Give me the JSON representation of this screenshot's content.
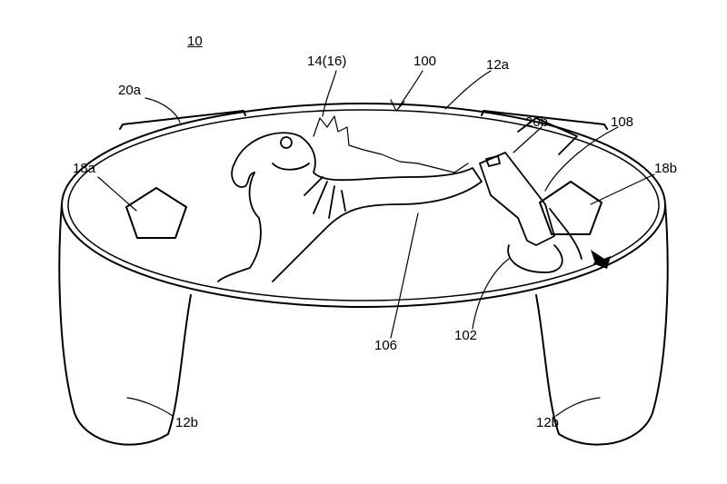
{
  "figure": {
    "ref_main": "10",
    "labels": {
      "display": "14(16)",
      "image": "100",
      "housing_top": "12a",
      "button_left_top": "20a",
      "button_right_top": "20b",
      "hand": "108",
      "button_left": "18a",
      "button_right": "18b",
      "creature": "106",
      "gun": "102",
      "grip_left": "12b",
      "grip_right": "12b"
    }
  }
}
